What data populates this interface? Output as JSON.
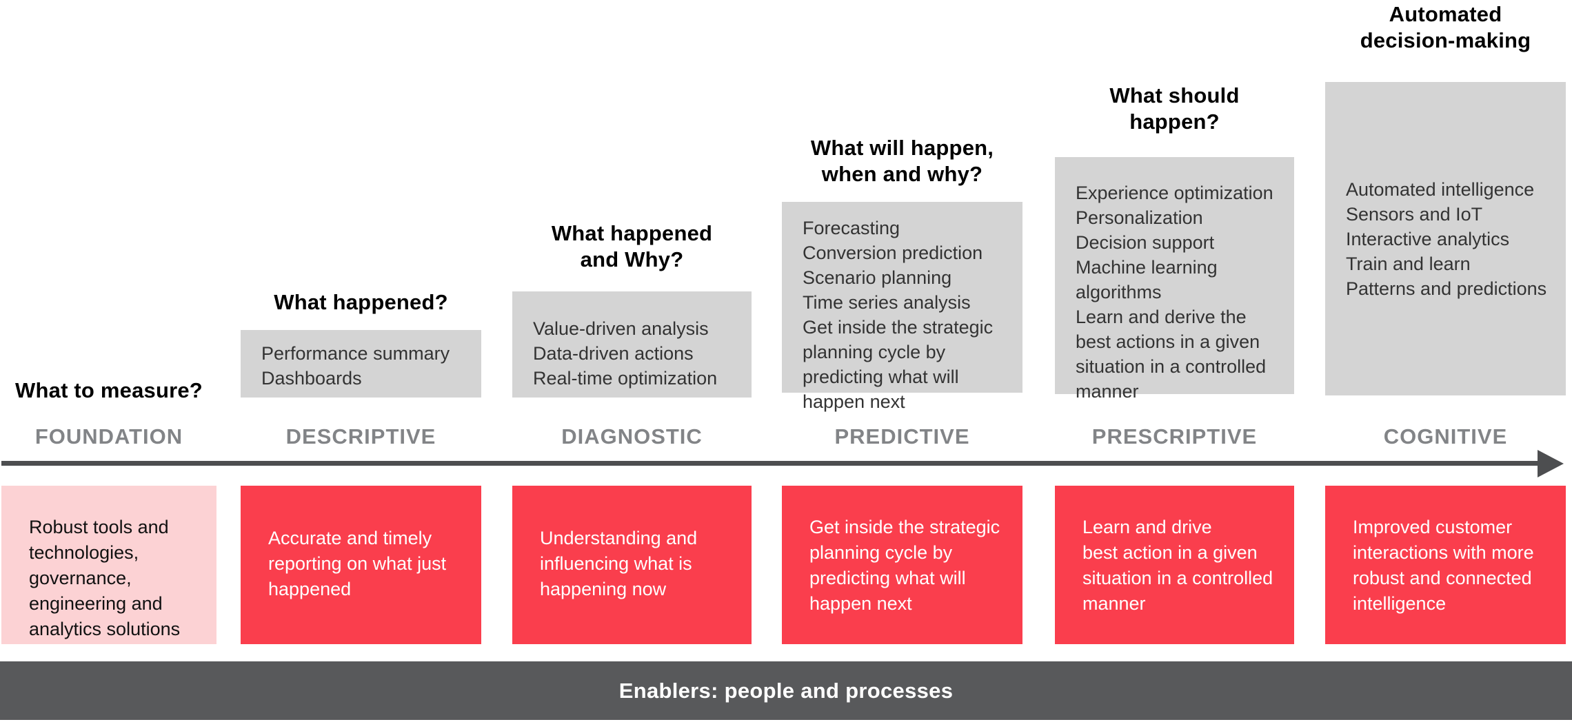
{
  "columns": [
    {
      "stage": "FOUNDATION",
      "header": "What to measure?",
      "capabilities": "",
      "outcome": "Robust tools and\ntechnologies,\ngovernance,\nengineering and\nanalytics solutions"
    },
    {
      "stage": "DESCRIPTIVE",
      "header": "What happened?",
      "capabilities": "Performance summary\nDashboards",
      "outcome": "Accurate and timely\nreporting on what just\nhappened"
    },
    {
      "stage": "DIAGNOSTIC",
      "header": "What happened\nand Why?",
      "capabilities": "Value-driven analysis\nData-driven actions\nReal-time optimization",
      "outcome": "Understanding and\ninfluencing what is\nhappening now"
    },
    {
      "stage": "PREDICTIVE",
      "header": "What will happen,\nwhen and why?",
      "capabilities": "Forecasting\nConversion prediction\nScenario planning\nTime series analysis\nGet inside the strategic\nplanning cycle by\npredicting what will\nhappen next",
      "outcome": "Get inside the strategic\nplanning cycle by\npredicting what will\nhappen next"
    },
    {
      "stage": "PRESCRIPTIVE",
      "header": "What should\nhappen?",
      "capabilities": "Experience optimization\nPersonalization\nDecision support\nMachine learning\nalgorithms\nLearn and derive the\nbest actions in a given\nsituation in a controlled\nmanner",
      "outcome": "Learn and drive\nbest action in a given\nsituation in a controlled\nmanner"
    },
    {
      "stage": "COGNITIVE",
      "header": "Automated\ndecision-making",
      "capabilities": "Automated intelligence\nSensors and IoT\nInteractive analytics\nTrain and learn\nPatterns and predictions",
      "outcome": "Improved customer\ninteractions with more\nrobust and connected\nintelligence"
    }
  ],
  "axis": {
    "direction": "right"
  },
  "enablers": {
    "label": "Enablers: people and processes"
  },
  "colors": {
    "red": "#fa3e4d",
    "pink": "#fcd2d4",
    "gray_box": "#d4d4d4",
    "dark_bar": "#58595b",
    "stage_label": "#828487",
    "arrow": "#4d4e50"
  }
}
